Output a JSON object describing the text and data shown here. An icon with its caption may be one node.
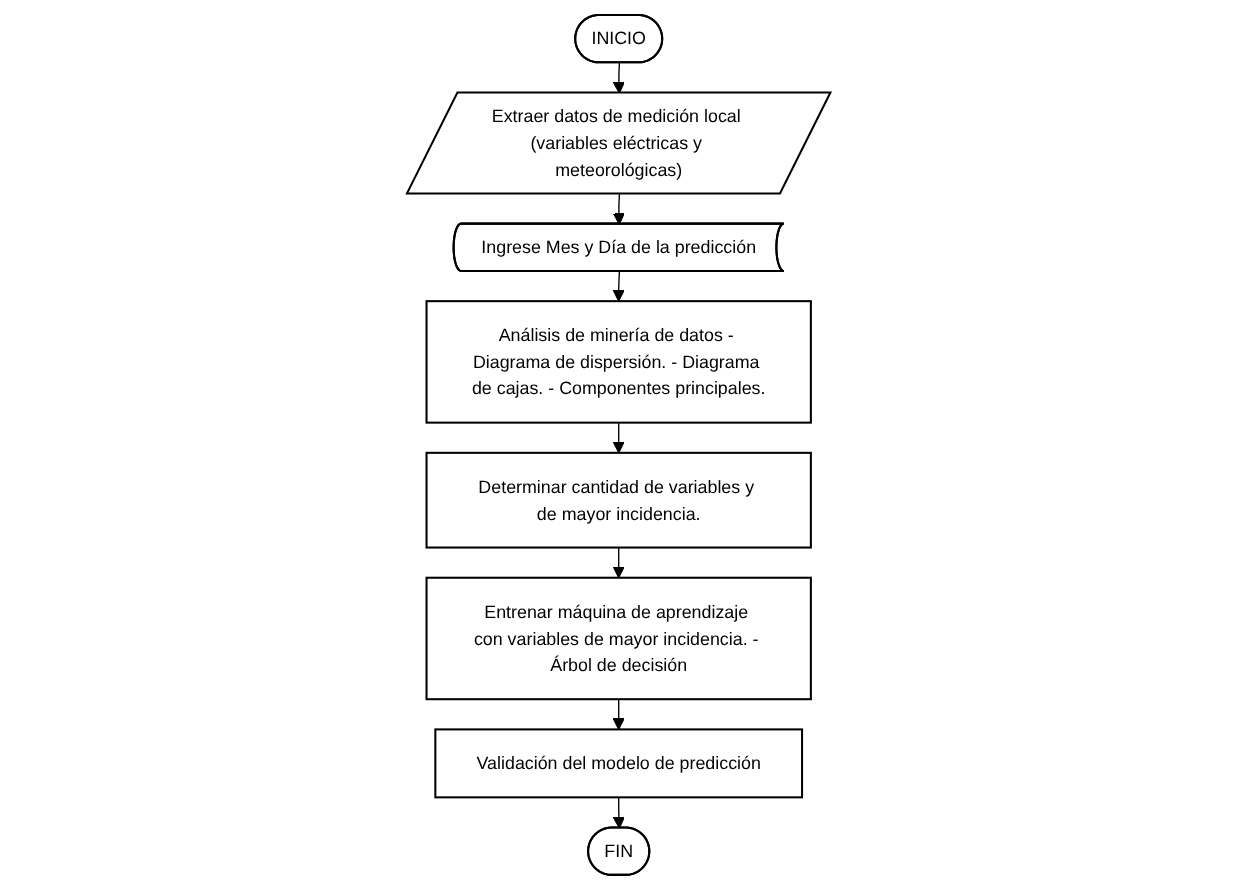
{
  "diagram": {
    "nodes": [
      {
        "text": [
          "INICIO"
        ]
      },
      {
        "text": [
          "Extraer datos de medición local (variables eléctricas y meteorológicas)"
        ]
      },
      {
        "text": [
          "Ingrese Mes y Día de la predicción"
        ]
      },
      {
        "text": [
          "Análisis de minería de datos - Diagrama de dispersión. - Diagrama de cajas. - Componentes principales."
        ]
      },
      {
        "text": [
          "Determinar cantidad de variables y de mayor incidencia."
        ]
      },
      {
        "text": [
          "Entrenar máquina de aprendizaje con variables de mayor incidencia. - Árbol de decisión"
        ]
      },
      {
        "text": [
          "Validación del modelo de predicción"
        ]
      },
      {
        "text": [
          "FIN"
        ]
      }
    ],
    "edges": [
      {
        "from": 0,
        "to": 1,
        "arrow": "to"
      },
      {
        "from": 1,
        "to": 2,
        "arrow": "to"
      },
      {
        "from": 2,
        "to": 3,
        "arrow": "to"
      },
      {
        "from": 3,
        "to": 4,
        "arrow": "to"
      },
      {
        "from": 4,
        "to": 5,
        "arrow": "to"
      },
      {
        "from": 5,
        "to": 6,
        "arrow": "to"
      },
      {
        "from": 6,
        "to": 7,
        "arrow": "to"
      }
    ]
  }
}
